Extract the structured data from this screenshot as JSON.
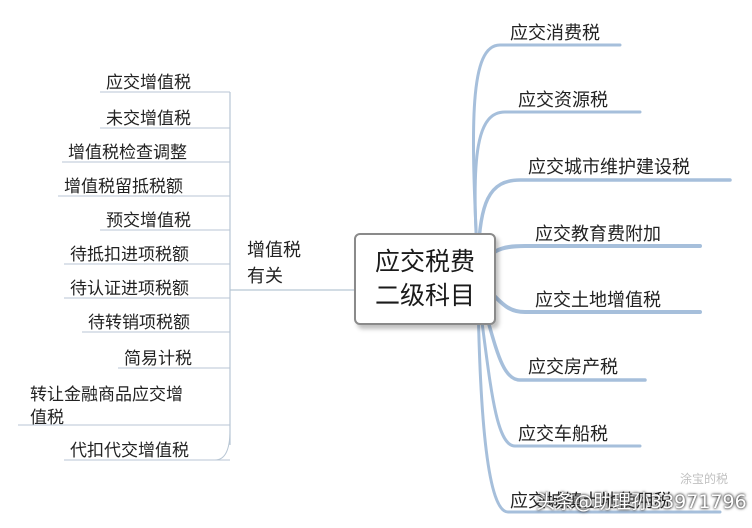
{
  "center": {
    "line1": "应交税费",
    "line2": "二级科目"
  },
  "middle": {
    "line1": "增值税",
    "line2": "有关"
  },
  "left_items": [
    "应交增值税",
    "未交增值税",
    "增值税检查调整",
    "增值税留抵税额",
    "预交增值税",
    "待抵扣进项税额",
    "待认证进项税额",
    "待转销项税额",
    "简易计税",
    "转让金融商品应交增",
    "值税",
    "代扣代交增值税"
  ],
  "right_items": [
    "应交消费税",
    "应交资源税",
    "应交城市维护建设税",
    "应交教育费附加",
    "应交土地增值税",
    "应交房产税",
    "应交车船税",
    "应交城镇土地使用税"
  ],
  "watermark": {
    "main": "头条@助理孙33971796",
    "faint": "涂宝的税"
  },
  "colors": {
    "branch": "#9bb7d4",
    "thin": "#aebdcc",
    "text": "#222222"
  }
}
